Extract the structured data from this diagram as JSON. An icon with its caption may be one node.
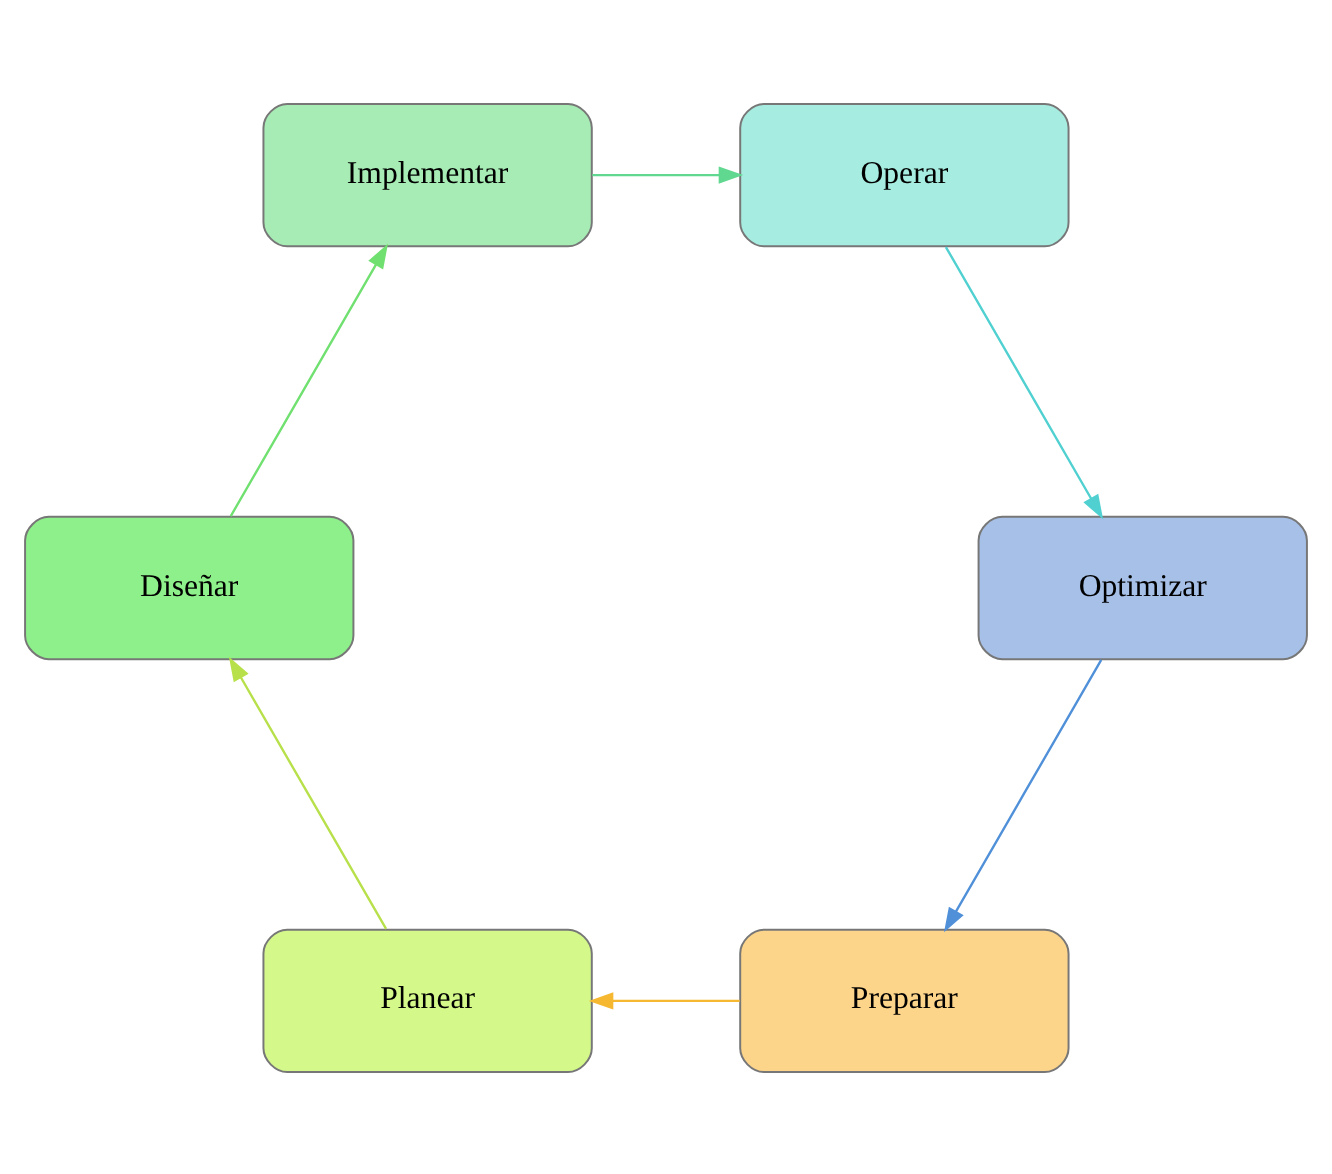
{
  "diagram": {
    "nodes": [
      {
        "text": [
          "Preparar"
        ]
      },
      {
        "text": [
          "Planear"
        ]
      },
      {
        "text": [
          "Diseñar"
        ]
      },
      {
        "text": [
          "Implementar"
        ]
      },
      {
        "text": [
          "Operar"
        ]
      },
      {
        "text": [
          "Optimizar"
        ]
      }
    ],
    "edges": [
      {
        "from": 0,
        "to": 1,
        "arrow": "to",
        "color": "#f5b830"
      },
      {
        "from": 1,
        "to": 2,
        "arrow": "to",
        "color": "#b8e04a"
      },
      {
        "from": 2,
        "to": 3,
        "arrow": "to",
        "color": "#70e070"
      },
      {
        "from": 3,
        "to": 4,
        "arrow": "to",
        "color": "#60d890"
      },
      {
        "from": 4,
        "to": 5,
        "arrow": "to",
        "color": "#50d0d0"
      },
      {
        "from": 5,
        "to": 0,
        "arrow": "to",
        "color": "#5090d8"
      }
    ]
  }
}
